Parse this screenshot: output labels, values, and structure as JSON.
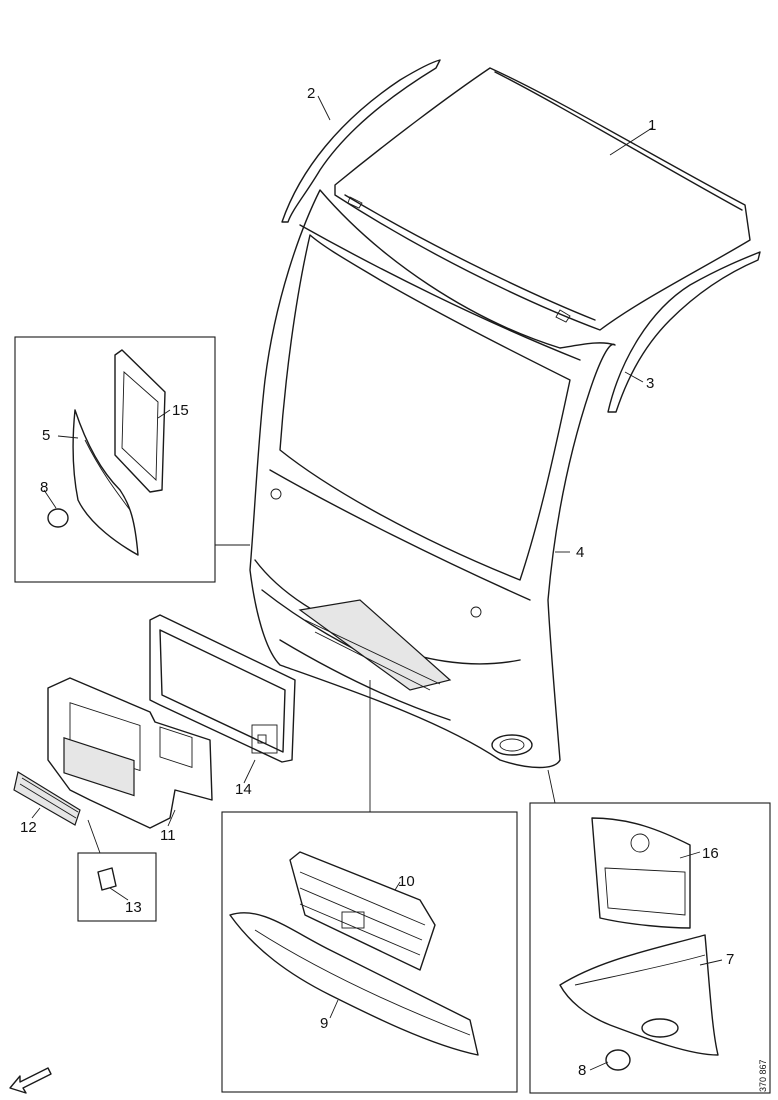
{
  "callouts": [
    "1",
    "2",
    "3",
    "4",
    "5",
    "7",
    "8",
    "8",
    "8",
    "9",
    "10",
    "11",
    "12",
    "13",
    "14",
    "15",
    "16"
  ],
  "drawing_ref": "370 867"
}
